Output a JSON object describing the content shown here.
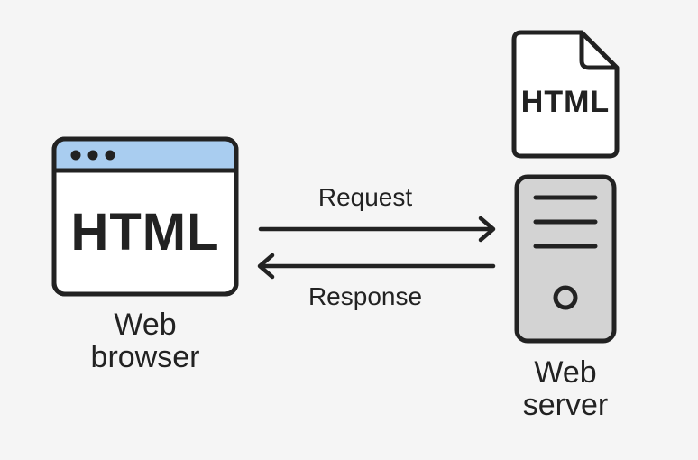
{
  "browser": {
    "content_text": "HTML",
    "caption_line1": "Web",
    "caption_line2": "browser",
    "titlebar_color": "#a9cdf0"
  },
  "document": {
    "content_text": "HTML"
  },
  "server": {
    "caption_line1": "Web",
    "caption_line2": "server",
    "body_color": "#d3d3d3"
  },
  "arrows": {
    "request_label": "Request",
    "response_label": "Response"
  },
  "colors": {
    "stroke": "#222222",
    "background": "#f5f5f5"
  }
}
